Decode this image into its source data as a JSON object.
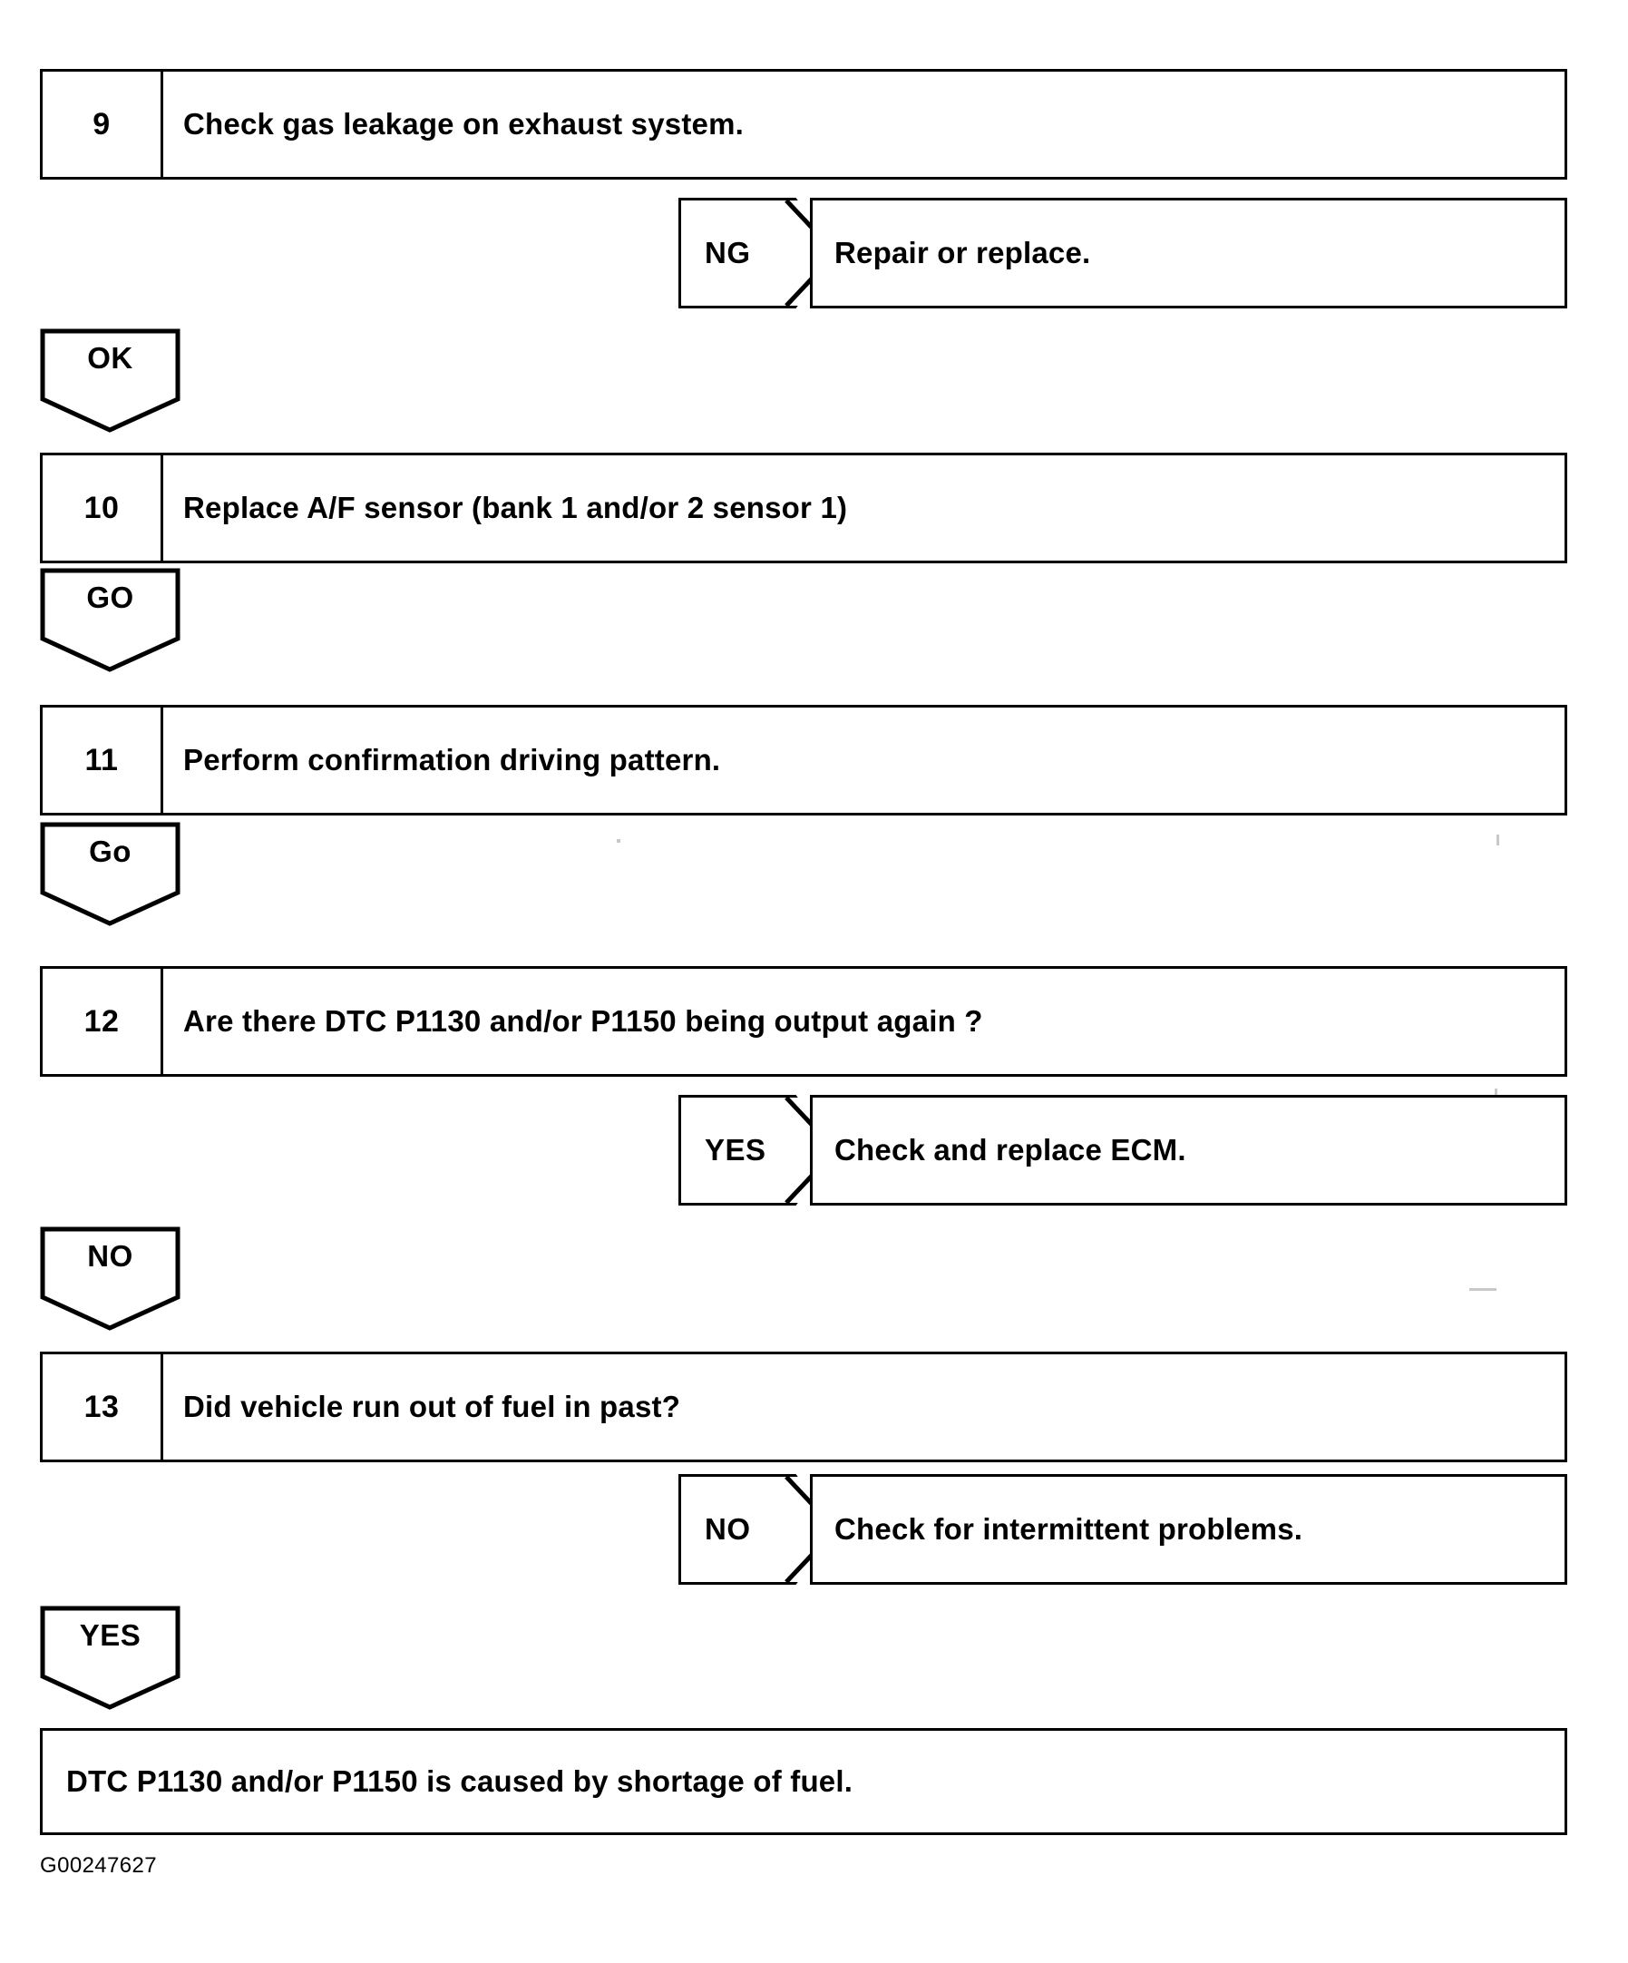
{
  "document": {
    "type": "diagnostic-troubleshooting-flowchart",
    "footer_code": "G00247627"
  },
  "flow": {
    "steps": [
      {
        "number": "9",
        "text": "Check gas leakage on exhaust system."
      },
      {
        "number": "10",
        "text": "Replace A/F sensor (bank 1 and/or 2 sensor 1)"
      },
      {
        "number": "11",
        "text": "Perform confirmation driving pattern."
      },
      {
        "number": "12",
        "text": "Are there DTC P1130 and/or P1150 being output again ?"
      },
      {
        "number": "13",
        "text": "Did vehicle run out of fuel in past?"
      }
    ],
    "branch_right": [
      {
        "label": "NG",
        "result": "Repair or replace."
      },
      {
        "label": "YES",
        "result": "Check and replace ECM."
      },
      {
        "label": "NO",
        "result": "Check for intermittent problems."
      }
    ],
    "branch_down": [
      {
        "label": "OK"
      },
      {
        "label": "GO"
      },
      {
        "label": "Go"
      },
      {
        "label": "NO"
      },
      {
        "label": "YES"
      }
    ],
    "conclusion": "DTC P1130 and/or P1150 is caused by shortage of fuel."
  },
  "colors": {
    "ink": "#000000",
    "paper": "#ffffff"
  }
}
